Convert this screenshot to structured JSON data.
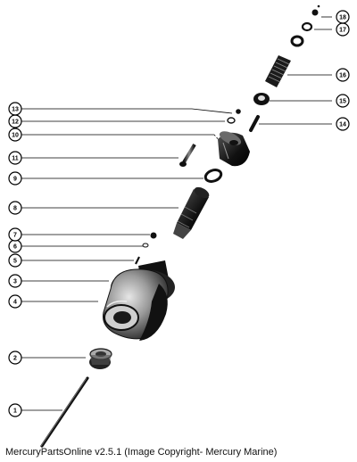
{
  "diagram": {
    "callouts": [
      "1",
      "2",
      "3",
      "4",
      "5",
      "6",
      "7",
      "8",
      "9",
      "10",
      "11",
      "12",
      "13",
      "14",
      "15",
      "16",
      "17",
      "18"
    ]
  },
  "caption": "MercuryPartsOnline v2.5.1 (Image Copyright- Mercury Marine)"
}
